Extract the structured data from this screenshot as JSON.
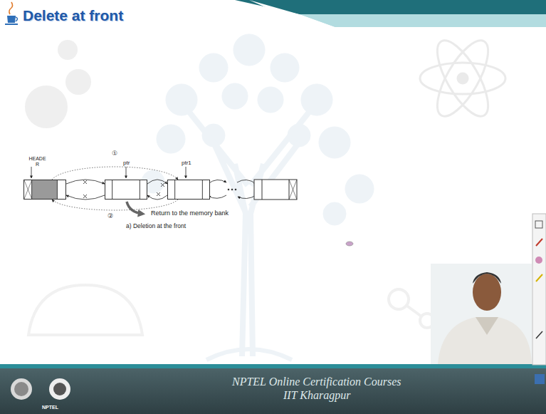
{
  "diagram": {
    "title": "Delete at front",
    "nodes": [
      {
        "text": [
          "HEADE R"
        ]
      },
      {
        "text": [
          "ptr"
        ]
      },
      {
        "text": [
          "ptr1"
        ]
      }
    ],
    "edges": [
      {
        "from": 0,
        "to": 1,
        "arrow": "to"
      },
      {
        "from": 1,
        "to": 0,
        "arrow": "to"
      },
      {
        "from": 1,
        "to": 2,
        "arrow": "to"
      },
      {
        "from": 2,
        "to": 1,
        "arrow": "to"
      },
      {
        "from": 0,
        "to": 2,
        "label": "①",
        "arrow": "to"
      },
      {
        "from": 2,
        "to": 0,
        "label": "②",
        "arrow": "to"
      }
    ],
    "labels": [
      "Return to the memory bank",
      "a) Deletion at the front",
      "NPTEL Online Certification Courses",
      "IIT Kharagpur",
      "NPTEL"
    ]
  }
}
